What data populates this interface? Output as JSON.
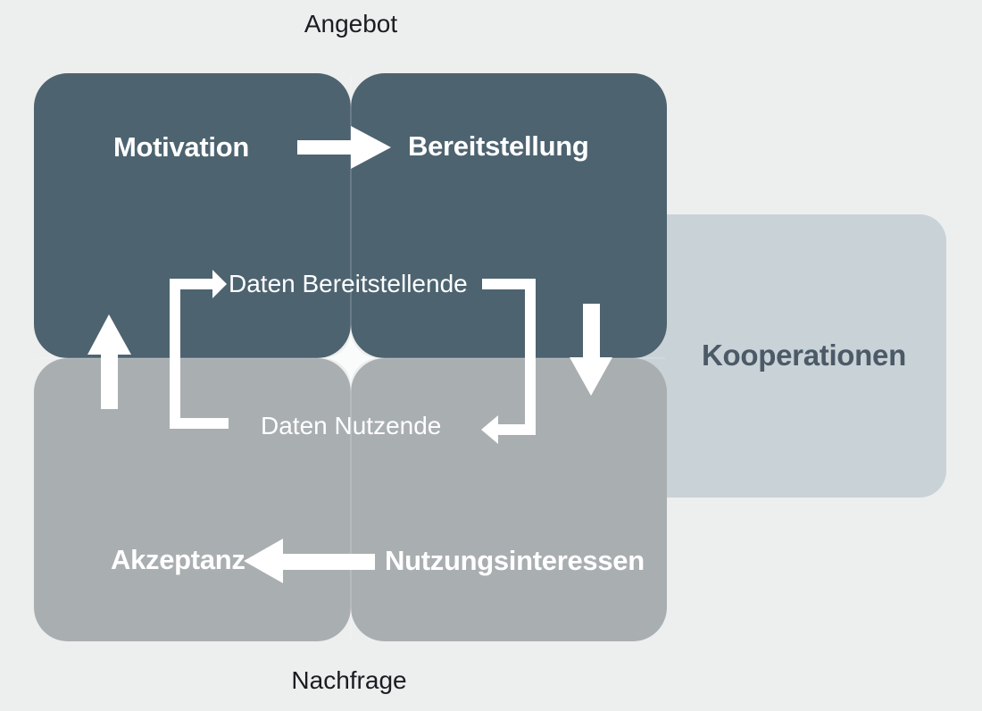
{
  "diagram": {
    "axis": {
      "top_label": "Angebot",
      "bottom_label": "Nachfrage"
    },
    "boxes": {
      "motivation": {
        "label": "Motivation"
      },
      "bereitstellung": {
        "label": "Bereitstellung"
      },
      "akzeptanz": {
        "label": "Akzeptanz"
      },
      "nutzungsinteressen": {
        "label": "Nutzungsinteressen"
      },
      "kooperationen": {
        "label": "Kooperationen"
      }
    },
    "cycle": {
      "provider_label": "Daten Bereitstellende",
      "user_label": "Daten Nutzende"
    },
    "arrows": [
      {
        "from": "Motivation",
        "to": "Bereitstellung",
        "direction": "right"
      },
      {
        "from": "Bereitstellung",
        "to": "Nutzungsinteressen",
        "direction": "down"
      },
      {
        "from": "Nutzungsinteressen",
        "to": "Akzeptanz",
        "direction": "left"
      },
      {
        "from": "Akzeptanz",
        "to": "Motivation",
        "direction": "up"
      },
      {
        "from": "Daten Nutzende",
        "to": "Daten Bereitstellende",
        "direction": "loop-up-right"
      },
      {
        "from": "Daten Bereitstellende",
        "to": "Daten Nutzende",
        "direction": "loop-down-left"
      }
    ]
  },
  "colors": {
    "background": "#edeeee",
    "dark_box": "#4d6370",
    "gray_box": "#a9aeb1",
    "kooperation_box": "#c9d2d7",
    "kooperation_text": "#4b5a66",
    "heading_text": "#1a1d21",
    "arrow_white": "#ffffff",
    "corner_gap": "#fafbfb"
  }
}
